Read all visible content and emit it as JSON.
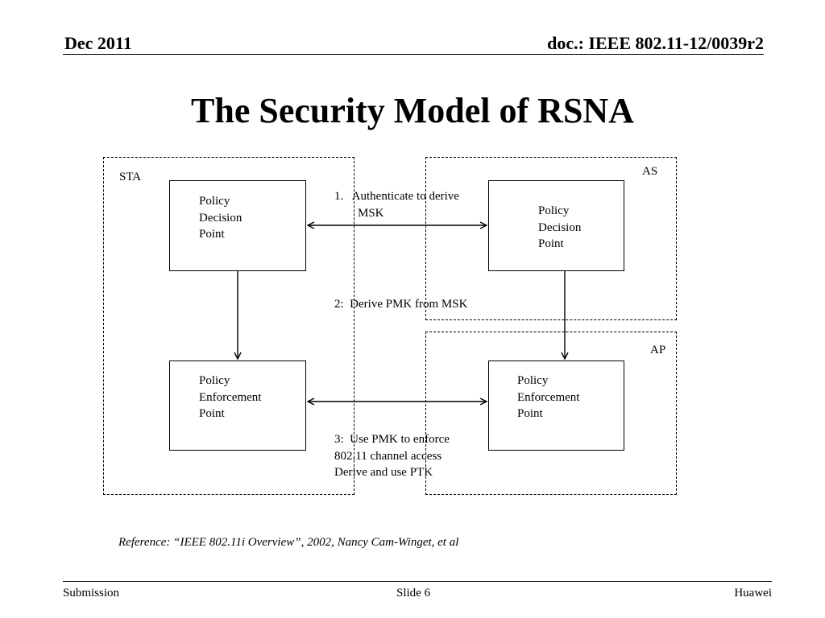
{
  "header": {
    "date": "Dec 2011",
    "doc": "doc.: IEEE 802.11-12/0039r2"
  },
  "title": "The Security Model of RSNA",
  "diagram": {
    "regions": {
      "sta": "STA",
      "as": "AS",
      "ap": "AP"
    },
    "boxes": {
      "sta_pdp": [
        "Policy",
        "Decision",
        "Point"
      ],
      "as_pdp": [
        "Policy",
        "Decision",
        "Point"
      ],
      "sta_pep": [
        "Policy",
        "Enforcement",
        "Point"
      ],
      "ap_pep": [
        "Policy",
        "Enforcement",
        "Point"
      ]
    },
    "steps": {
      "step1": [
        "1.   Authenticate to derive",
        "MSK"
      ],
      "step2": "2:  Derive PMK from MSK",
      "step3": [
        "3:  Use PMK to enforce",
        "802.11 channel access",
        "Derive and use PTK"
      ]
    }
  },
  "reference": "Reference:  “IEEE 802.11i Overview”, 2002, Nancy Cam-Winget, et al",
  "footer": {
    "left": "Submission",
    "center": "Slide 6",
    "right": "Huawei"
  }
}
